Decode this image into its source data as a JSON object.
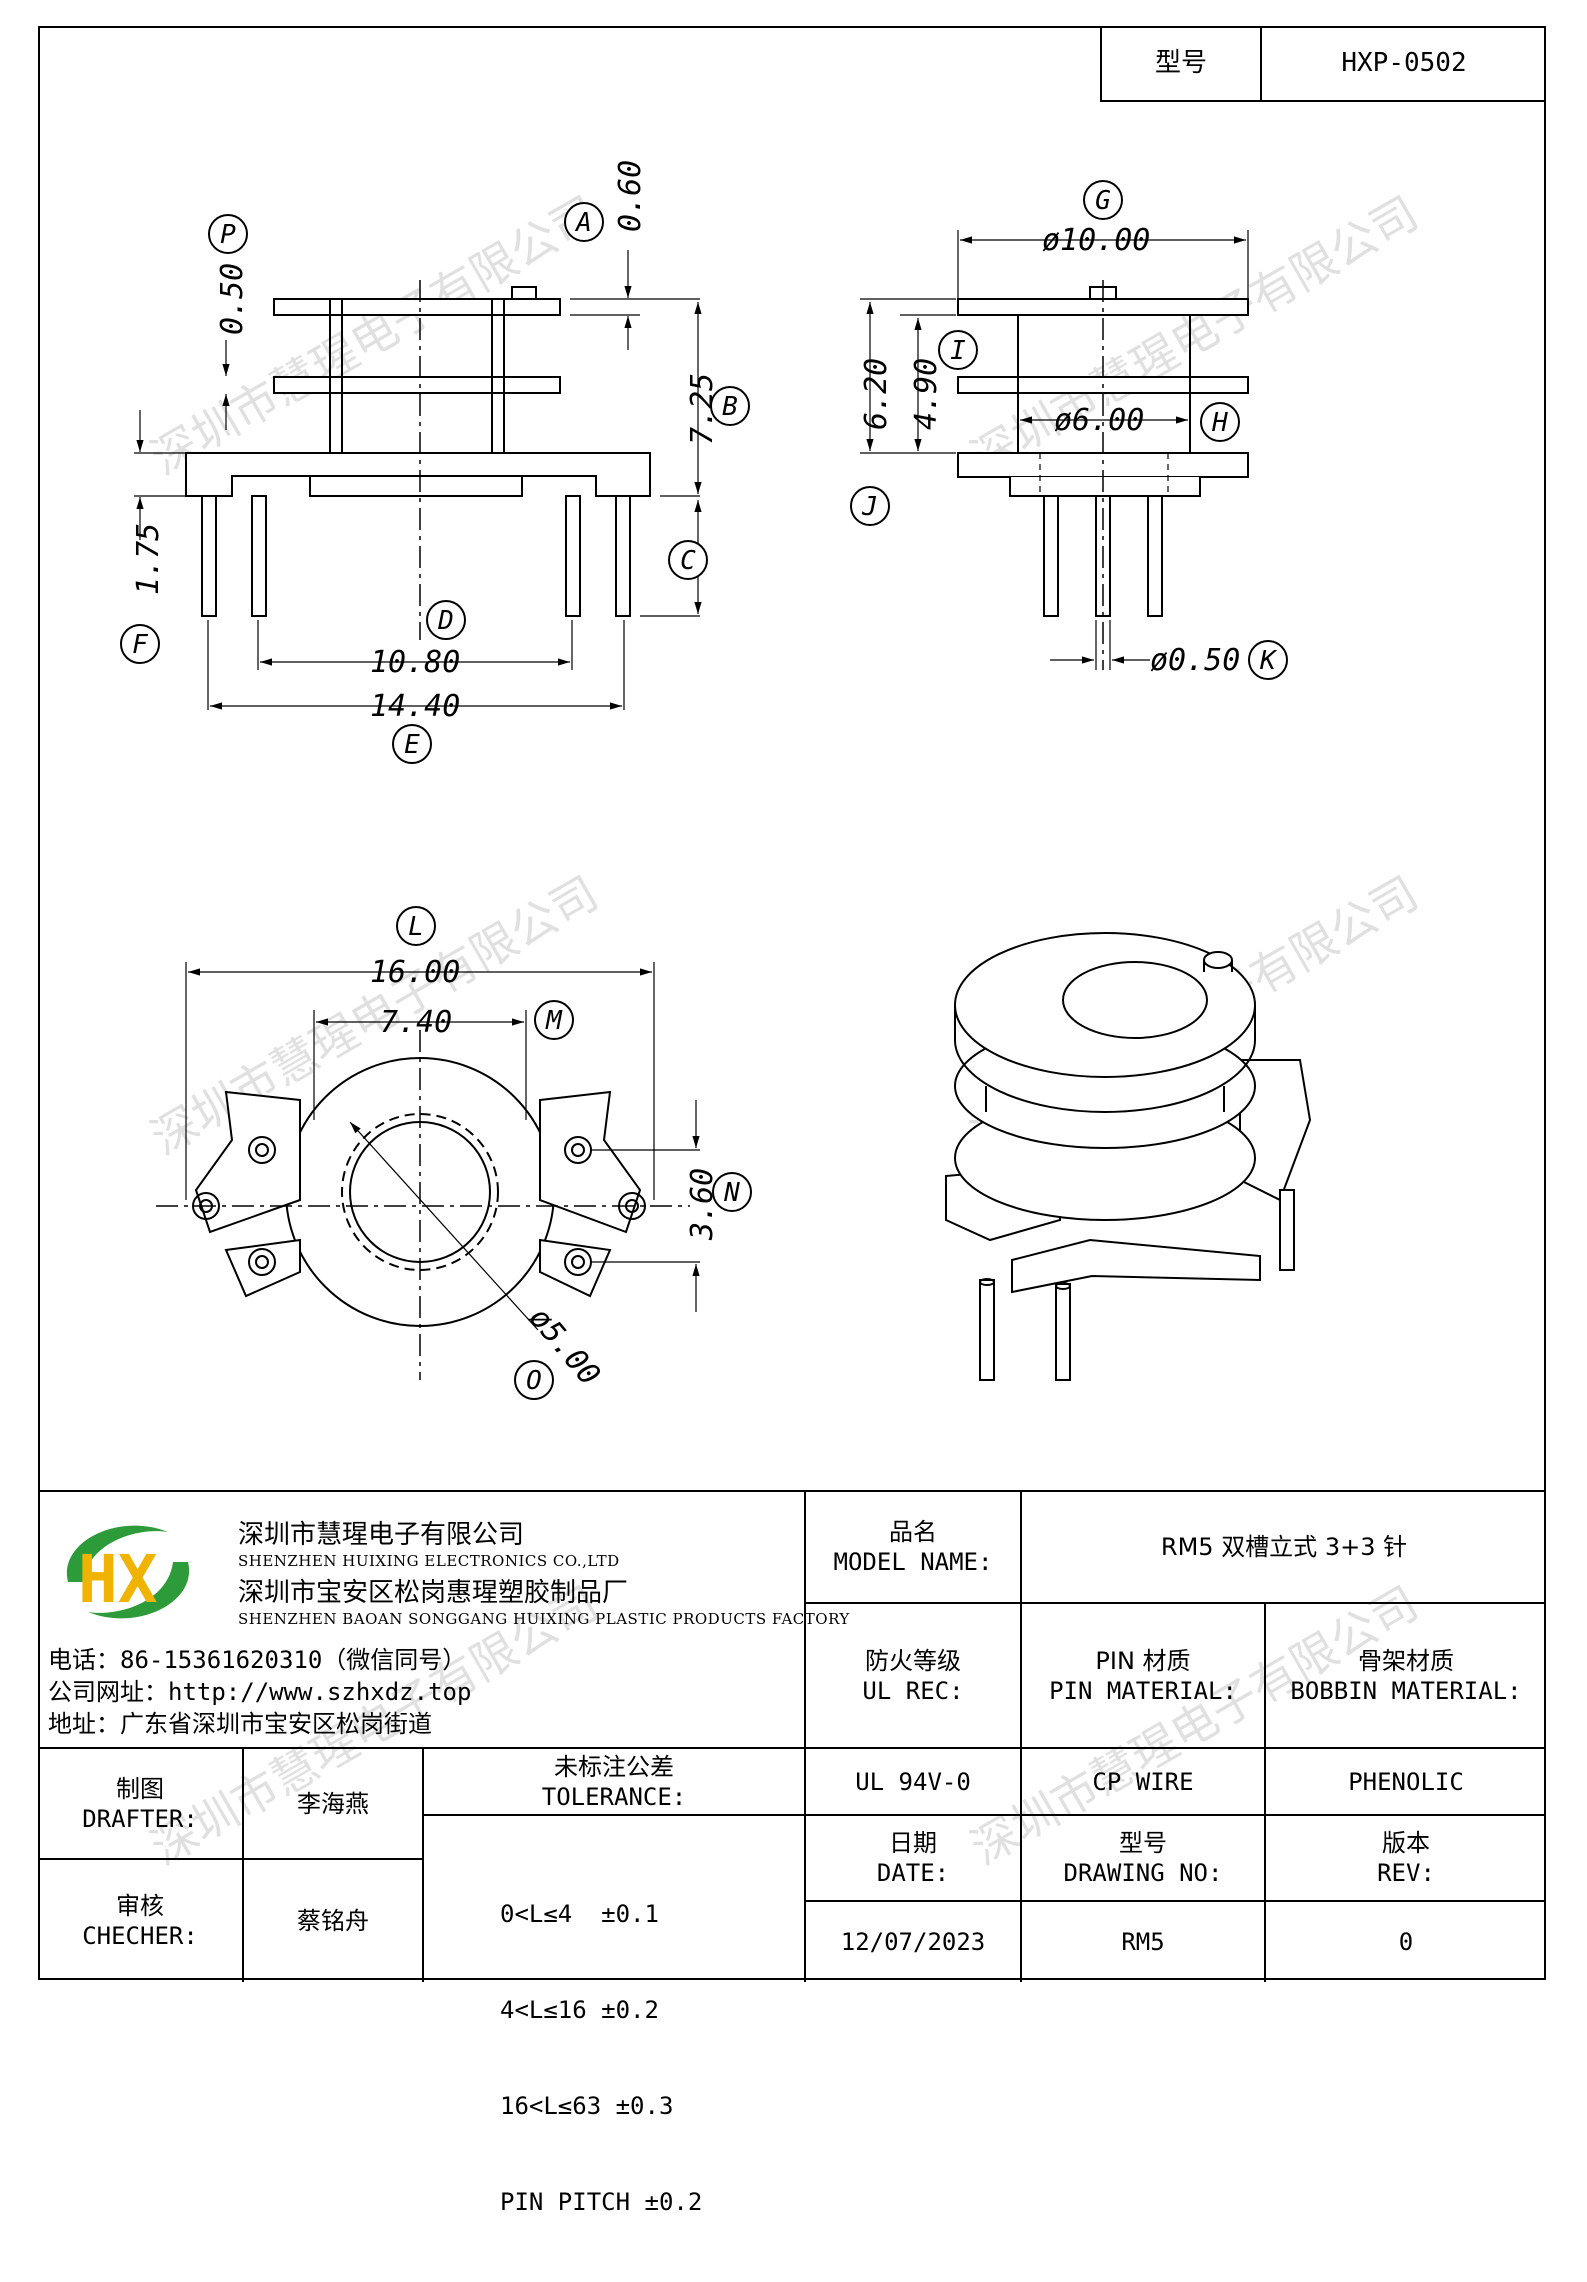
{
  "model_box": {
    "label": "型号",
    "value": "HXP-0502"
  },
  "dimensions": {
    "side": {
      "A": "A",
      "A_val": "0.60",
      "P": "P",
      "P_val": "0.50",
      "B": "B",
      "B_val": "7.25",
      "C": "C",
      "F": "F",
      "F_val": "1.75",
      "D": "D",
      "D_val": "10.80",
      "E": "E",
      "E_val": "14.40"
    },
    "front": {
      "G": "G",
      "G_val": "ø10.00",
      "I": "I",
      "I_val": "4.90",
      "J": "J",
      "J_val": "6.20",
      "H": "H",
      "H_val": "ø6.00",
      "K": "K",
      "K_val": "ø0.50"
    },
    "bottom": {
      "L": "L",
      "L_val": "16.00",
      "M": "M",
      "M_val": "7.40",
      "N": "N",
      "N_val": "3.60",
      "O": "O",
      "O_val": "ø5.00"
    }
  },
  "watermark": "深圳市慧瑆电子有限公司",
  "company": {
    "logo_letters": "HX",
    "name_cn": "深圳市慧瑆电子有限公司",
    "name_en": "SHENZHEN HUIXING ELECTRONICS CO.,LTD",
    "factory_cn": "深圳市宝安区松岗惠瑆塑胶制品厂",
    "factory_en": "SHENZHEN BAOAN SONGGANG HUIXING PLASTIC PRODUCTS FACTORY",
    "phone": "电话：86-15361620310（微信同号）",
    "website": "公司网址：http://www.szhxdz.top",
    "address": "地址：广东省深圳市宝安区松岗街道"
  },
  "table": {
    "model_name_cn": "品名",
    "model_name_en": "MODEL NAME:",
    "model_name_value": "RM5 双槽立式 3+3 针",
    "ul_cn": "防火等级",
    "ul_en": "UL REC:",
    "pin_cn": "PIN 材质",
    "pin_en": "PIN MATERIAL:",
    "bobbin_cn": "骨架材质",
    "bobbin_en": "BOBBIN MATERIAL:",
    "ul_value": "UL 94V-0",
    "pin_value": "CP WIRE",
    "bobbin_value": "PHENOLIC",
    "date_cn": "日期",
    "date_en": "DATE:",
    "drawing_cn": "型号",
    "drawing_en": "DRAWING NO:",
    "rev_cn": "版本",
    "rev_en": "REV:",
    "date_value": "12/07/2023",
    "drawing_value": "RM5",
    "rev_value": "0",
    "drafter_cn": "制图",
    "drafter_en": "DRAFTER:",
    "drafter_value": "李海燕",
    "checker_cn": "审核",
    "checker_en": "CHECHER:",
    "checker_value": "蔡铭舟",
    "tolerance_cn": "未标注公差",
    "tolerance_en": "TOLERANCE:",
    "tolerance_lines": [
      "0<L≤4  ±0.1",
      "4<L≤16 ±0.2",
      "16<L≤63 ±0.3",
      "PIN PITCH ±0.2"
    ]
  }
}
